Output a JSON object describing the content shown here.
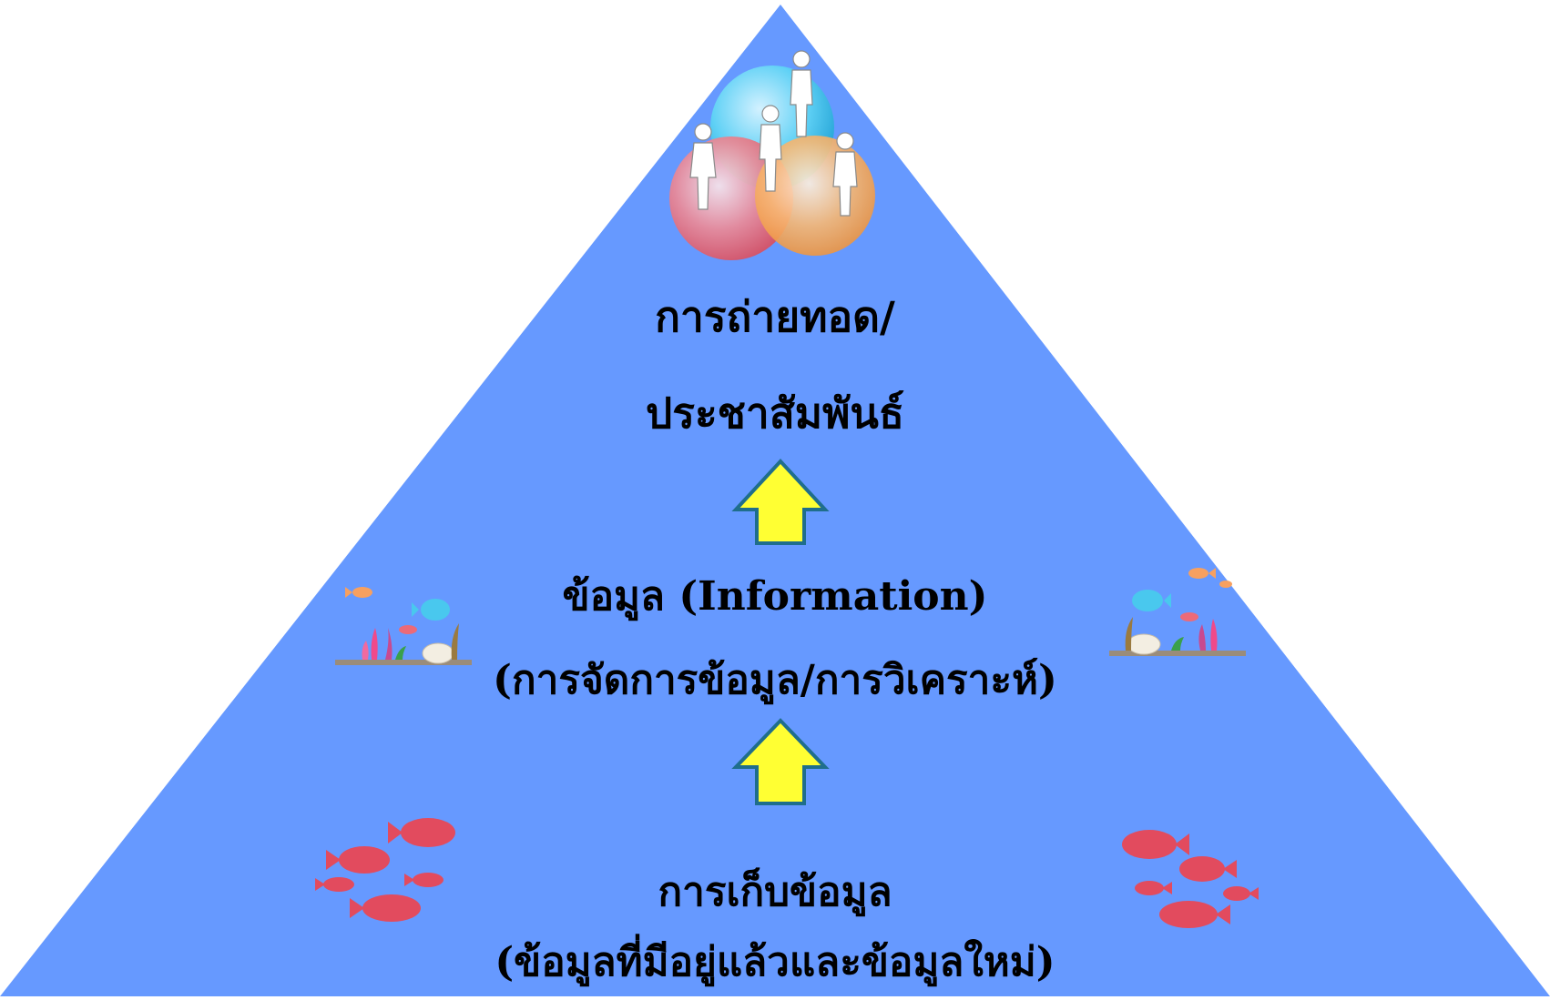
{
  "pyramid": {
    "fill": "#6699ff",
    "levels": [
      {
        "lines": [
          "การถ่ายทอด/",
          "ประชาสัมพันธ์"
        ]
      },
      {
        "lines": [
          "ข้อมูล (Information)",
          "(การจัดการข้อมูล/การวิเคราะห์)"
        ]
      },
      {
        "lines": [
          "การเก็บข้อมูล",
          "(ข้อมูลที่มีอยู่แล้วและข้อมูลใหม่)"
        ]
      }
    ]
  },
  "arrows": {
    "fill": "#ffff33",
    "stroke": "#1f6e8c",
    "count": 2
  },
  "icons": {
    "top": "people-venn-icon",
    "middle_left": "aquarium-scene-icon",
    "middle_right": "aquarium-scene-icon",
    "bottom_left": "fish-school-icon",
    "bottom_right": "fish-school-icon"
  },
  "colors": {
    "venn_blue": "#33c4ee",
    "venn_red": "#ec6e7a",
    "venn_orange": "#f6a458",
    "fish_red": "#e24b5e"
  }
}
